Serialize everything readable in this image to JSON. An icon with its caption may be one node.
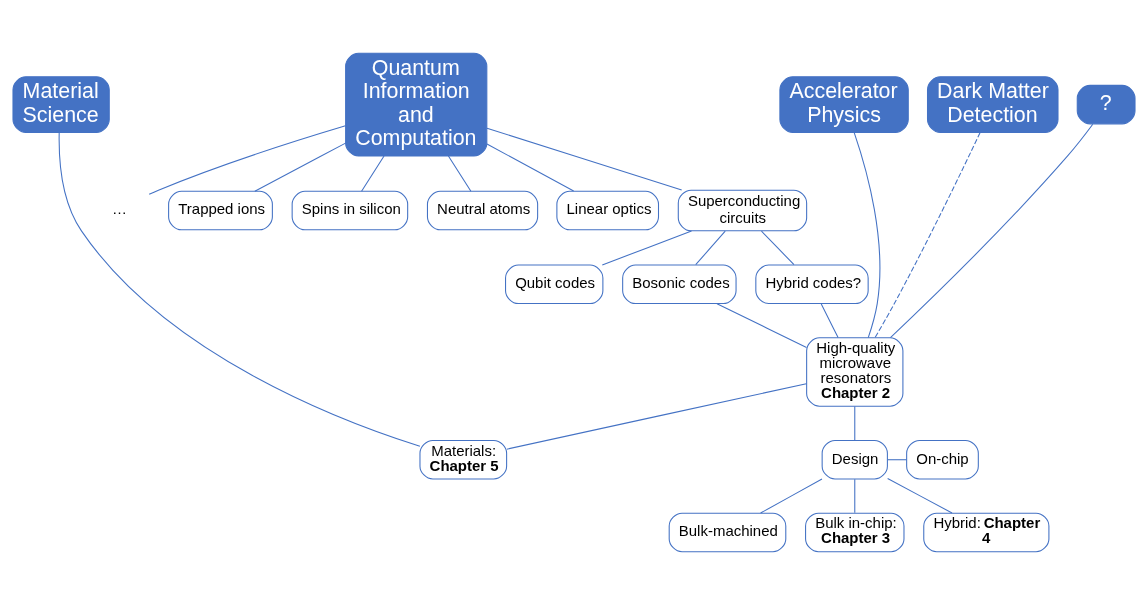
{
  "diagram": {
    "nodes": [
      {
        "text": [
          "Quantum Information and Computation"
        ]
      },
      {
        "text": [
          "Trapped ions"
        ]
      },
      {
        "text": [
          "Spins in silicon"
        ]
      },
      {
        "text": [
          "Neutral atoms"
        ]
      },
      {
        "text": [
          "Linear optics"
        ]
      },
      {
        "text": [
          "…"
        ]
      },
      {
        "text": [
          "Superconducting circuits"
        ]
      },
      {
        "text": [
          "Qubit codes"
        ]
      },
      {
        "text": [
          "Bosonic codes"
        ]
      },
      {
        "text": [
          "Hybrid codes?"
        ]
      },
      {
        "text": [
          "Accelerator Physics"
        ]
      },
      {
        "text": [
          "Dark Matter Detection"
        ]
      },
      {
        "text": [
          "?"
        ]
      },
      {
        "text": [
          "Material Science"
        ]
      },
      {
        "text": [
          "High-quality microwave resonators",
          "**Chapter 2**"
        ]
      },
      {
        "text": [
          "Design"
        ]
      },
      {
        "text": [
          "On-chip"
        ]
      },
      {
        "text": [
          "Materials: **Chapter 5**"
        ]
      },
      {
        "text": [
          "Bulk-machined"
        ]
      },
      {
        "text": [
          "Bulk in-chip: **Chapter 3**"
        ]
      },
      {
        "text": [
          "Hybrid: **Chapter 4**"
        ]
      }
    ],
    "edges": [
      {
        "from": 0,
        "to": 1,
        "arrow": "none"
      },
      {
        "from": 0,
        "to": 2,
        "arrow": "none"
      },
      {
        "from": 0,
        "to": 3,
        "arrow": "none"
      },
      {
        "from": 0,
        "to": 4,
        "arrow": "none"
      },
      {
        "from": 0,
        "to": 5,
        "arrow": "none"
      },
      {
        "from": 0,
        "to": 6,
        "arrow": "none"
      },
      {
        "from": 6,
        "to": 7,
        "arrow": "none"
      },
      {
        "from": 6,
        "to": 8,
        "arrow": "none"
      },
      {
        "from": 6,
        "to": 9,
        "arrow": "none"
      },
      {
        "from": 8,
        "to": 14,
        "arrow": "none"
      },
      {
        "from": 9,
        "to": 14,
        "arrow": "none"
      },
      {
        "from": 10,
        "to": 14,
        "arrow": "none"
      },
      {
        "from": 11,
        "to": 14,
        "arrow": "none",
        "style": "dashed"
      },
      {
        "from": 12,
        "to": 14,
        "arrow": "none"
      },
      {
        "from": 13,
        "to": 17,
        "arrow": "none"
      },
      {
        "from": 14,
        "to": 15,
        "arrow": "none"
      },
      {
        "from": 14,
        "to": 17,
        "arrow": "none"
      },
      {
        "from": 15,
        "to": 16,
        "arrow": "none"
      },
      {
        "from": 15,
        "to": 18,
        "arrow": "none"
      },
      {
        "from": 15,
        "to": 19,
        "arrow": "none"
      },
      {
        "from": 15,
        "to": 20,
        "arrow": "none"
      }
    ]
  }
}
